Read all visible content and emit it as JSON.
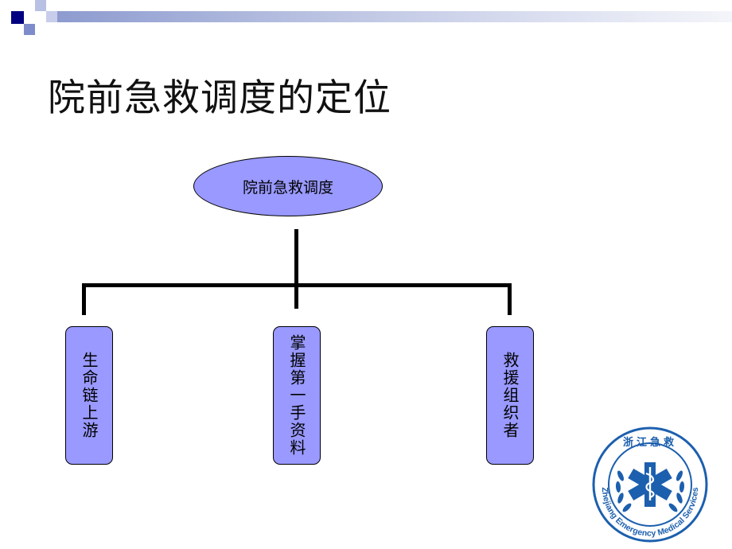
{
  "slide": {
    "title": "院前急救调度的定位"
  },
  "org_chart": {
    "root": {
      "label": "院前急救调度"
    },
    "children": [
      {
        "label": "生命链上游"
      },
      {
        "label": "掌握第一手资料"
      },
      {
        "label": "救援组织者"
      }
    ]
  },
  "logo": {
    "top_text": "浙江急救",
    "ring_text": "Zhejiang Emergency Medical Services"
  },
  "colors": {
    "node_fill": "#9999ff",
    "header_dark": "#000080",
    "header_gradient_start": "#8d9bcf",
    "logo_blue": "#1c5fae"
  }
}
